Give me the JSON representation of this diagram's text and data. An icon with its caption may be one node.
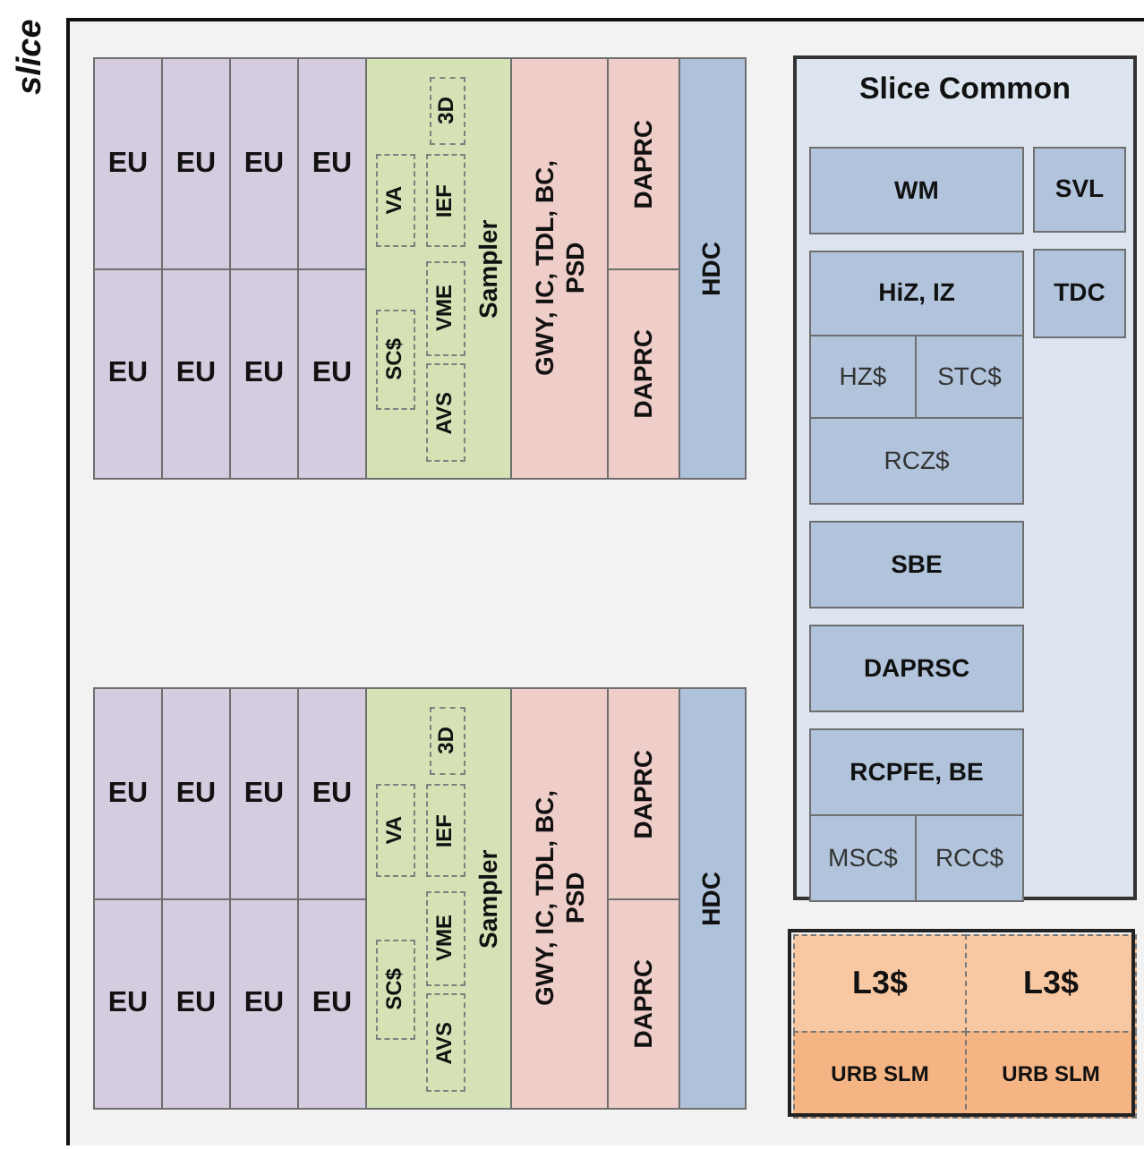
{
  "diagram": {
    "nodes": [
      {
        "text": [
          "slice"
        ]
      },
      {
        "text": [
          "EU"
        ],
        "in": 0
      },
      {
        "text": [
          "EU"
        ],
        "in": 0
      },
      {
        "text": [
          "EU"
        ],
        "in": 0
      },
      {
        "text": [
          "EU"
        ],
        "in": 0
      },
      {
        "text": [
          "EU"
        ],
        "in": 0
      },
      {
        "text": [
          "EU"
        ],
        "in": 0
      },
      {
        "text": [
          "EU"
        ],
        "in": 0
      },
      {
        "text": [
          "EU"
        ],
        "in": 0
      },
      {
        "text": [
          "Sampler"
        ],
        "in": 0
      },
      {
        "text": [
          "VA"
        ],
        "in": 9
      },
      {
        "text": [
          "IEF"
        ],
        "in": 9
      },
      {
        "text": [
          "3D"
        ],
        "in": 9
      },
      {
        "text": [
          "SC$"
        ],
        "in": 9
      },
      {
        "text": [
          "VME"
        ],
        "in": 9
      },
      {
        "text": [
          "AVS"
        ],
        "in": 9
      },
      {
        "text": [
          "GWY, IC, TDL, BC, PSD"
        ],
        "in": 0
      },
      {
        "text": [
          "DAPRC"
        ],
        "in": 0
      },
      {
        "text": [
          "DAPRC"
        ],
        "in": 0
      },
      {
        "text": [
          "HDC"
        ],
        "in": 0
      },
      {
        "text": [
          "Slice Common"
        ],
        "in": 0
      },
      {
        "text": [
          "WM"
        ],
        "in": 20
      },
      {
        "text": [
          "SVL"
        ],
        "in": 20
      },
      {
        "text": [
          "HiZ, IZ"
        ],
        "in": 20
      },
      {
        "text": [
          "HZ$"
        ],
        "in": 20
      },
      {
        "text": [
          "STC$"
        ],
        "in": 20
      },
      {
        "text": [
          "RCZ$"
        ],
        "in": 20
      },
      {
        "text": [
          "TDC"
        ],
        "in": 20
      },
      {
        "text": [
          "SBE"
        ],
        "in": 20
      },
      {
        "text": [
          "DAPRSC"
        ],
        "in": 20
      },
      {
        "text": [
          "RCPFE, BE"
        ],
        "in": 20
      },
      {
        "text": [
          "MSC$"
        ],
        "in": 20
      },
      {
        "text": [
          "RCC$"
        ],
        "in": 20
      },
      {
        "text": [
          "EU"
        ],
        "in": 0
      },
      {
        "text": [
          "EU"
        ],
        "in": 0
      },
      {
        "text": [
          "EU"
        ],
        "in": 0
      },
      {
        "text": [
          "EU"
        ],
        "in": 0
      },
      {
        "text": [
          "EU"
        ],
        "in": 0
      },
      {
        "text": [
          "EU"
        ],
        "in": 0
      },
      {
        "text": [
          "EU"
        ],
        "in": 0
      },
      {
        "text": [
          "EU"
        ],
        "in": 0
      },
      {
        "text": [
          "Sampler"
        ],
        "in": 0
      },
      {
        "text": [
          "VA"
        ],
        "in": 41
      },
      {
        "text": [
          "IEF"
        ],
        "in": 41
      },
      {
        "text": [
          "3D"
        ],
        "in": 41
      },
      {
        "text": [
          "SC$"
        ],
        "in": 41
      },
      {
        "text": [
          "VME"
        ],
        "in": 41
      },
      {
        "text": [
          "AVS"
        ],
        "in": 41
      },
      {
        "text": [
          "GWY, IC, TDL, BC, PSD"
        ],
        "in": 0
      },
      {
        "text": [
          "DAPRC"
        ],
        "in": 0
      },
      {
        "text": [
          "DAPRC"
        ],
        "in": 0
      },
      {
        "text": [
          "HDC"
        ],
        "in": 0
      },
      {
        "text": [
          "L3$"
        ],
        "in": 0
      },
      {
        "text": [
          "L3$"
        ],
        "in": 0
      },
      {
        "text": [
          "URB SLM"
        ],
        "in": 0
      },
      {
        "text": [
          "URB SLM"
        ],
        "in": 0
      }
    ],
    "edges": []
  }
}
